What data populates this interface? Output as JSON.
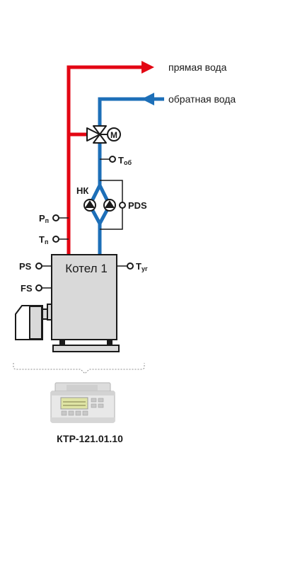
{
  "flows": {
    "supply": "прямая вода",
    "return": "обратная вода"
  },
  "boiler": {
    "label": "Котел 1"
  },
  "sensors": {
    "t_return": {
      "main": "Т",
      "sub": "об"
    },
    "pump_group": "НК",
    "pds": "PDS",
    "p_supply": {
      "main": "Р",
      "sub": "п"
    },
    "t_supply": {
      "main": "Т",
      "sub": "п"
    },
    "ps": "PS",
    "fs": "FS",
    "t_flue": {
      "main": "Т",
      "sub": "уг"
    }
  },
  "valve": {
    "motor_symbol": "M"
  },
  "controller": {
    "model": "КТР-121.01.10"
  },
  "colors": {
    "supply": "#e30613",
    "return": "#1d6fb8",
    "boiler_fill": "#d9d9d9",
    "outline": "#1a1a1a"
  }
}
